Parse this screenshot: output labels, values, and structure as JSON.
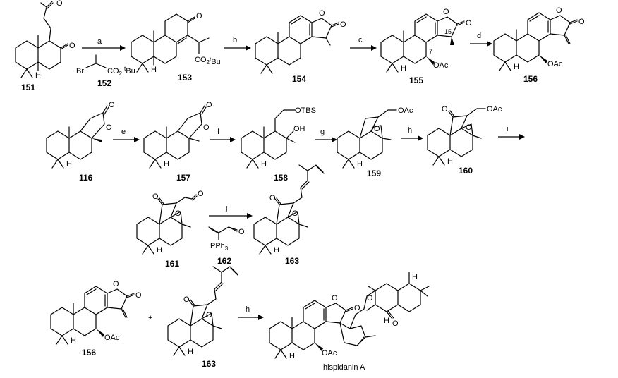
{
  "compounds": {
    "c151": "151",
    "c152": "152",
    "c153": "153",
    "c154": "154",
    "c155": "155",
    "c156": "156",
    "c116": "116",
    "c157": "157",
    "c158": "158",
    "c159": "159",
    "c160": "160",
    "c161": "161",
    "c162": "162",
    "c163": "163",
    "c156b": "156",
    "c163b": "163",
    "product": "hispidanin A"
  },
  "steps": {
    "a": "a",
    "b": "b",
    "c": "c",
    "d": "d",
    "e": "e",
    "f": "f",
    "g": "g",
    "h": "h",
    "i": "i",
    "j": "j",
    "h2": "h"
  },
  "atoms": {
    "O": "O",
    "H": "H",
    "Br": "Br",
    "OAc": "OAc",
    "OH": "OH",
    "OTBS": "OTBS",
    "PPh3": "PPh",
    "tBu_prefix": "CO",
    "num7": "7",
    "num15": "15",
    "plus": "+"
  }
}
